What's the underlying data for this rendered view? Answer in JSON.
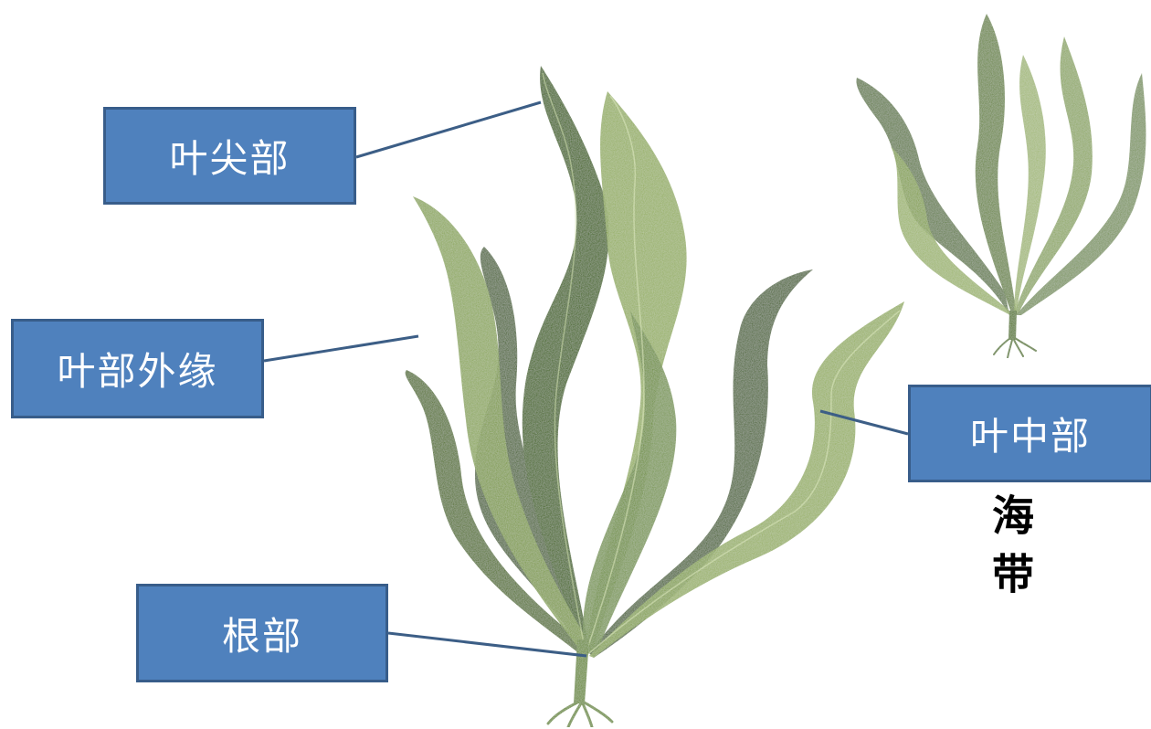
{
  "labels": {
    "tip": "叶尖部",
    "edge": "叶部外缘",
    "middle": "叶中部",
    "root": "根部"
  },
  "title": "海带",
  "colors": {
    "box_fill": "#4f81bd",
    "box_border": "#385d8a",
    "leader_line": "#3c5e86",
    "leaf_dark": "#3e5b22",
    "leaf_mid": "#5f7e38",
    "leaf_light": "#8faa5a"
  }
}
